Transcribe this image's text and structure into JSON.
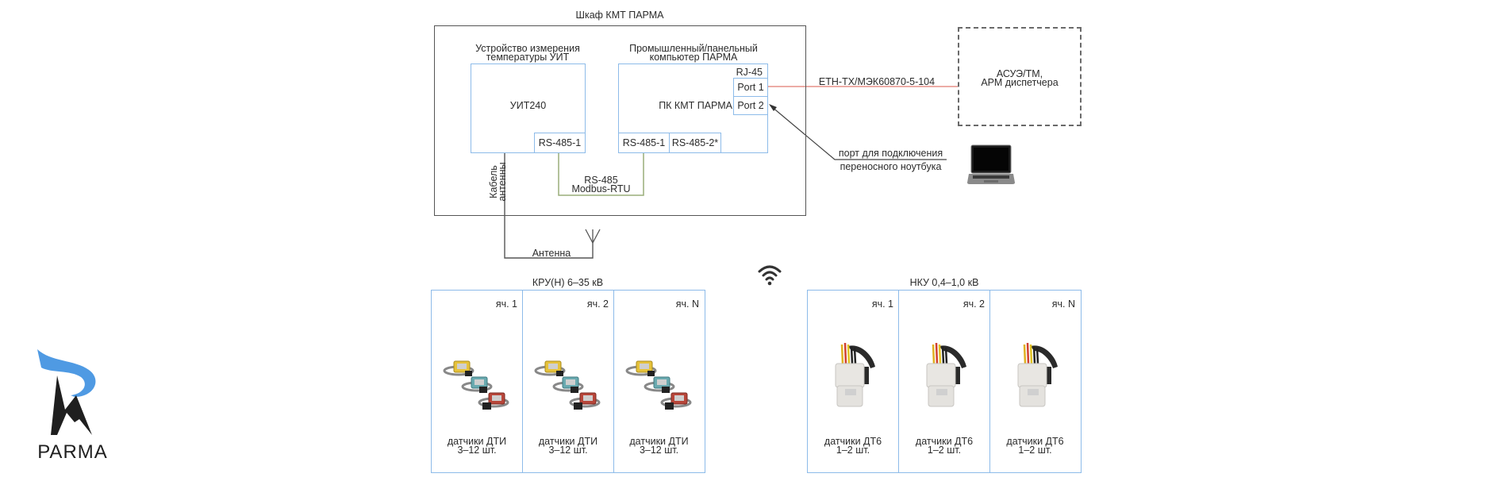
{
  "cabinet": {
    "title": "Шкаф КМТ ПАРМА",
    "uit": {
      "title_line1": "Устройство измерения",
      "title_line2": "температуры УИТ",
      "device_name": "УИТ240",
      "port_rs485": "RS-485-1"
    },
    "pc": {
      "title_line1": "Промышленный/панельный",
      "title_line2": "компьютер ПАРМА",
      "device_name": "ПК КМТ ПАРМА",
      "rj45_label": "RJ-45",
      "port1": "Port 1",
      "port2": "Port 2",
      "port_rs485_1": "RS-485-1",
      "port_rs485_2": "RS-485-2*"
    },
    "link_rs485_line1": "RS-485",
    "link_rs485_line2": "Modbus-RTU",
    "antenna_cable_line1": "Кабель",
    "antenna_cable_line2": "антенны"
  },
  "antenna_label": "Антенна",
  "ethernet_link_label": "ETH-TX/МЭК60870-5-104",
  "scada": {
    "line1": "АСУЭ/ТМ,",
    "line2": "АРМ диспетчера"
  },
  "laptop_note": {
    "line1": "порт для подключения",
    "line2": "переносного ноутбука"
  },
  "kru": {
    "title": "КРУ(Н) 6–35 кВ",
    "cells": [
      {
        "num": "яч. 1",
        "caption1": "датчики ДТИ",
        "caption2": "3–12 шт."
      },
      {
        "num": "яч. 2",
        "caption1": "датчики ДТИ",
        "caption2": "3–12 шт."
      },
      {
        "num": "яч. N",
        "caption1": "датчики ДТИ",
        "caption2": "3–12 шт."
      }
    ]
  },
  "nku": {
    "title": "НКУ 0,4–1,0 кВ",
    "cells": [
      {
        "num": "яч. 1",
        "caption1": "датчики ДТ6",
        "caption2": "1–2 шт."
      },
      {
        "num": "яч. 2",
        "caption1": "датчики ДТ6",
        "caption2": "1–2 шт."
      },
      {
        "num": "яч. N",
        "caption1": "датчики ДТ6",
        "caption2": "1–2 шт."
      }
    ]
  },
  "logo": {
    "text": "PARMA"
  },
  "colors": {
    "device_border": "#8dbbe9",
    "ethernet_line": "#e07a70",
    "rs485_line": "#9aae7a",
    "logo_blue": "#4f9ae3"
  }
}
